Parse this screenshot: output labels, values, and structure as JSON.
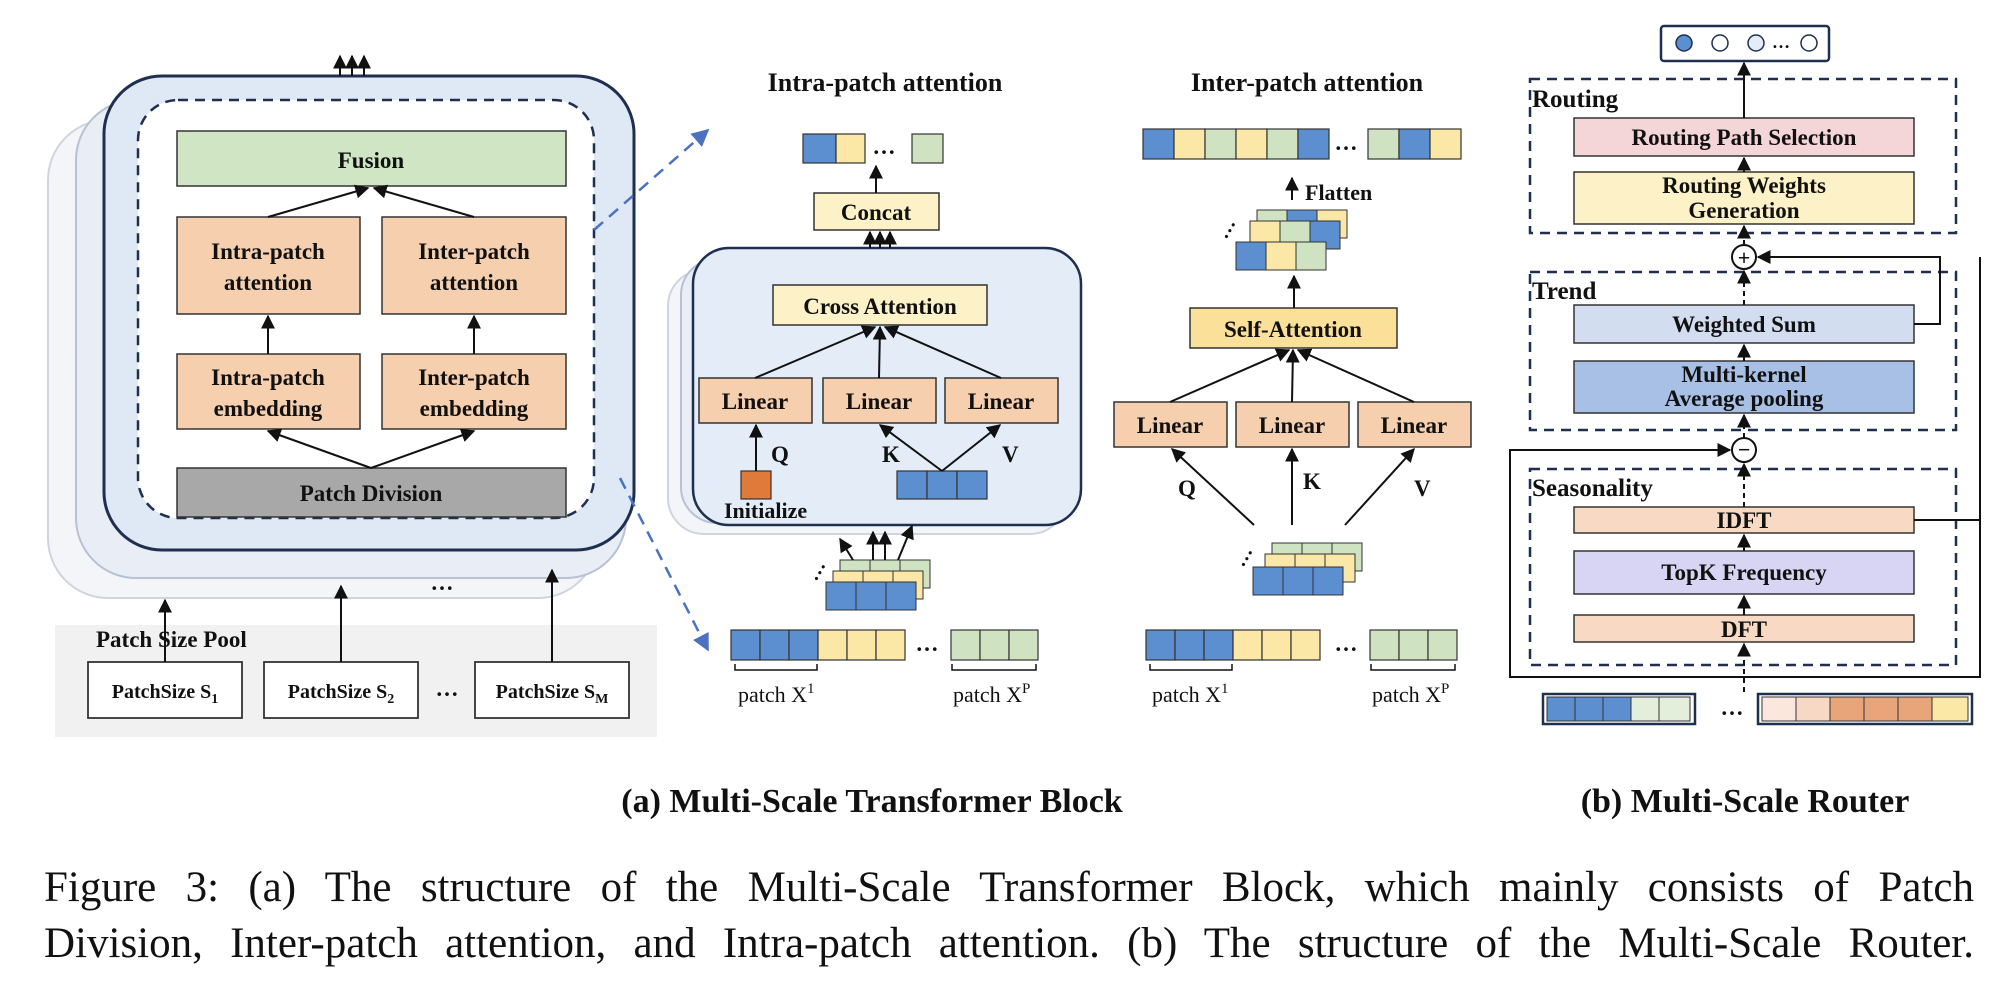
{
  "left_block": {
    "fusion": "Fusion",
    "intra_attention": [
      "Intra-patch",
      "attention"
    ],
    "inter_attention": [
      "Inter-patch",
      "attention"
    ],
    "intra_embedding": [
      "Intra-patch",
      "embedding"
    ],
    "inter_embedding": [
      "Inter-patch",
      "embedding"
    ],
    "patch_division": "Patch Division",
    "ellipsis": "…",
    "pool_title": "Patch Size Pool",
    "pool_items": [
      "PatchSize S",
      "PatchSize S",
      "PatchSize S"
    ],
    "pool_subscripts": [
      "1",
      "2",
      "M"
    ],
    "pool_ellipsis": "…"
  },
  "intra_panel": {
    "title": "Intra-patch attention",
    "concat": "Concat",
    "cross_attention": "Cross Attention",
    "linears": [
      "Linear",
      "Linear",
      "Linear"
    ],
    "q": "Q",
    "k": "K",
    "v": "V",
    "initialize": "Initialize",
    "ellipsis": "…",
    "patch_first": "patch X",
    "patch_first_sup": "1",
    "patch_last": "patch X",
    "patch_last_sup": "P"
  },
  "inter_panel": {
    "title": "Inter-patch attention",
    "flatten": "Flatten",
    "self_attention": "Self-Attention",
    "linears": [
      "Linear",
      "Linear",
      "Linear"
    ],
    "q": "Q",
    "k": "K",
    "v": "V",
    "ellipsis": "…",
    "patch_first": "patch X",
    "patch_first_sup": "1",
    "patch_last": "patch X",
    "patch_last_sup": "P"
  },
  "router": {
    "routing_label": "Routing",
    "routing_path": "Routing Path Selection",
    "routing_weights": [
      "Routing Weights",
      "Generation"
    ],
    "trend_label": "Trend",
    "weighted_sum": "Weighted Sum",
    "pooling": [
      "Multi-kernel",
      "Average pooling"
    ],
    "seasonality_label": "Seasonality",
    "idft": "IDFT",
    "topk": "TopK  Frequency",
    "dft": "DFT",
    "plus": "+",
    "minus": "−",
    "ellipsis": "…",
    "output_ellipsis": "…"
  },
  "subtitles": {
    "a": "(a)  Multi-Scale Transformer Block",
    "b": "(b) Multi-Scale Router"
  },
  "caption": [
    "Figure 3: (a) The structure of the Multi-Scale Transformer Block, which mainly consists of Patch",
    "Division, Inter-patch attention, and Intra-patch attention. (b) The structure of the Multi-Scale Router."
  ],
  "colors": {
    "blue_token": "#5b8fd0",
    "yellow_token": "#fbe7a6",
    "green_token": "#cfe3c2",
    "linear_fill": "#f6cfaf",
    "fusion_fill": "#cfe5c4",
    "division_fill": "#a8a8a8",
    "panel_fill": "#e3ecf7",
    "routing_path_fill": "#f4d5d8",
    "weights_fill": "#fdf1c7",
    "weighted_sum_fill": "#d2def0",
    "pooling_fill": "#a9c0e6",
    "topk_fill": "#d7d5f3",
    "dft_fill": "#f8d9c3",
    "init_fill": "#e07a3a",
    "border_dark": "#1f2f4f"
  }
}
